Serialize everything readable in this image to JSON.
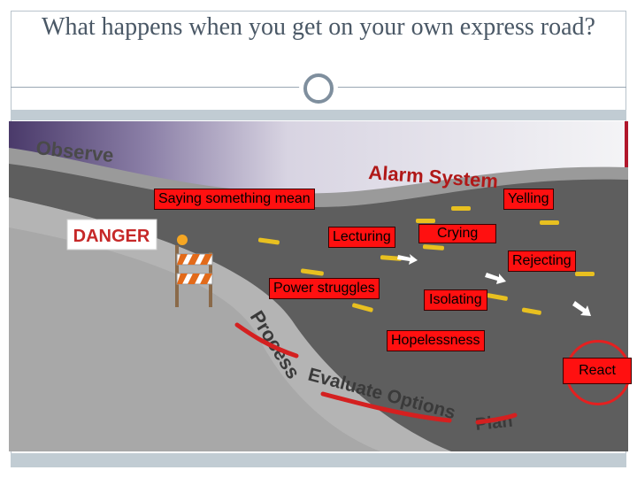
{
  "slide": {
    "title": "What happens when you get on your own express road?"
  },
  "scene": {
    "road_labels": {
      "observe": "Observe",
      "alarm_system": "Alarm System",
      "danger": "DANGER",
      "process": "Process",
      "evaluate_options": "Evaluate Options",
      "plan": "Plan"
    }
  },
  "callouts": {
    "saying_mean": "Saying something mean",
    "yelling": "Yelling",
    "lecturing": "Lecturing",
    "crying": "Crying",
    "rejecting": "Rejecting",
    "power_struggles": "Power struggles",
    "isolating": "Isolating",
    "hopelessness": "Hopelessness",
    "react": "React"
  },
  "colors": {
    "callout_fill": "#ff1010",
    "title_text": "#4a5866",
    "alarm_text": "#b01818",
    "strike": "#d42020"
  }
}
